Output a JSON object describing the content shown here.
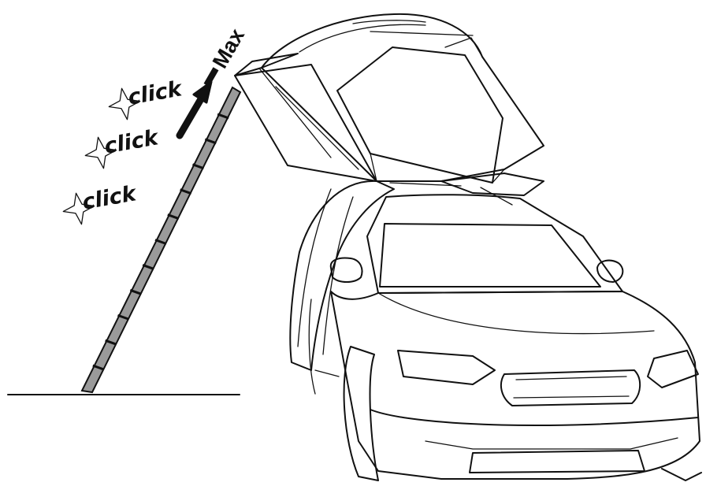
{
  "labels": {
    "click_1": "click",
    "click_2": "click",
    "click_3": "click",
    "max": "Max"
  },
  "pole": {
    "segments": 12
  },
  "colors": {
    "ink": "#111111",
    "pole_fill": "#9a9a9a",
    "background": "#ffffff"
  }
}
